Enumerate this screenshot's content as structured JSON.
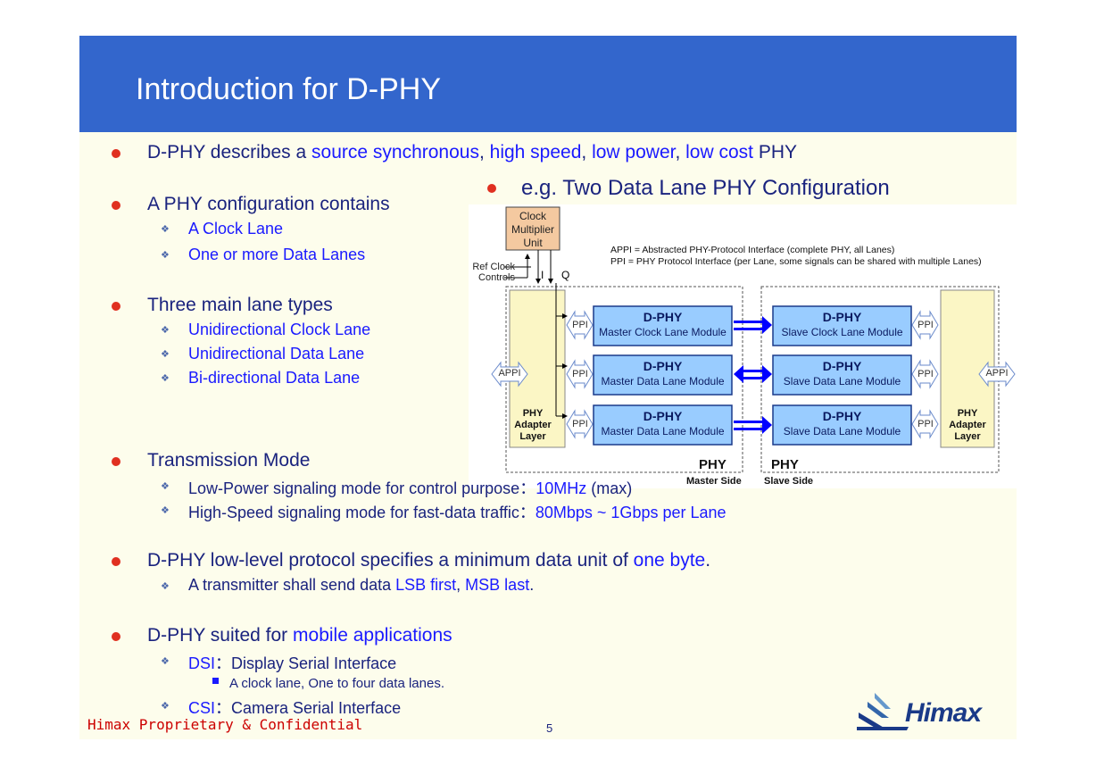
{
  "slide": {
    "title": "Introduction for D-PHY",
    "footer_left": "Himax Proprietary & Confidential",
    "page_number": "5",
    "logo_text": "Himax"
  },
  "bullets": {
    "b1": {
      "p1": "D-PHY describes a ",
      "h1": "source synchronous",
      "p2": ", ",
      "h2": "high speed",
      "p3": ", ",
      "h3": "low power",
      "p4": ", ",
      "h4": "low cost",
      "p5": " PHY"
    },
    "b2": {
      "text": "A PHY configuration contains",
      "s1": "A Clock Lane",
      "s2": "One or more Data Lanes"
    },
    "b3": {
      "text": "Three main lane types",
      "s1": "Unidirectional Clock Lane",
      "s2": "Unidirectional Data Lane",
      "s3": "Bi-directional Data Lane"
    },
    "b4": {
      "text": "Transmission Mode",
      "s1_pre": "Low-Power signaling mode for control purpose：",
      "s1_hl": "10MHz",
      "s1_post": " (max)",
      "s2_pre": "High-Speed signaling mode for fast-data traffic：",
      "s2_hl": "80Mbps ~ 1Gbps per Lane"
    },
    "b5": {
      "pre": "D-PHY low-level protocol specifies a minimum data unit of ",
      "hl": "one byte",
      "post": ".",
      "s1_pre": "A transmitter shall send data ",
      "s1_h1": "LSB first",
      "s1_mid": ", ",
      "s1_h2": "MSB last",
      "s1_post": "."
    },
    "b6": {
      "pre": "D-PHY suited for ",
      "hl": "mobile applications",
      "s1_hl": "DSI",
      "s1_post": "：Display Serial Interface",
      "s1_sub": "A clock lane, One to four data lanes.",
      "s2_hl": "CSI",
      "s2_post": "：Camera Serial Interface"
    }
  },
  "diagram": {
    "caption": "e.g. Two Data Lane PHY Configuration",
    "clock_unit": [
      "Clock",
      "Multiplier",
      "Unit"
    ],
    "ref_clock": [
      "Ref Clock",
      "Controls"
    ],
    "iq": [
      "I",
      "Q"
    ],
    "legend": [
      "APPI = Abstracted PHY-Protocol Interface (complete PHY, all Lanes)",
      "PPI   = PHY Protocol Interface (per Lane, some signals can be shared with multiple Lanes)"
    ],
    "appi": "APPI",
    "ppi": "PPI",
    "adapter": [
      "PHY",
      "Adapter",
      "Layer"
    ],
    "module_title": "D-PHY",
    "master_modules": [
      "Master Clock Lane Module",
      "Master Data Lane Module",
      "Master Data Lane Module"
    ],
    "slave_modules": [
      "Slave Clock Lane Module",
      "Slave Data Lane Module",
      "Slave Data Lane Module"
    ],
    "master_side": [
      "PHY",
      "Master Side"
    ],
    "slave_side": [
      "PHY",
      "Slave Side"
    ]
  }
}
